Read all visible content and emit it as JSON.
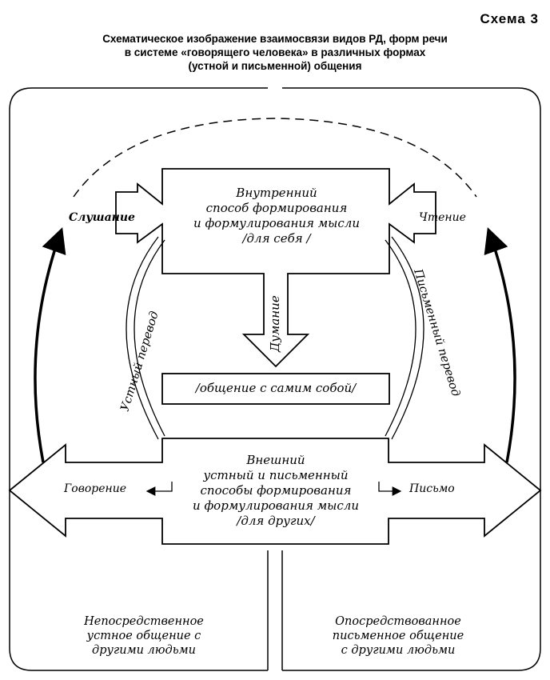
{
  "header": {
    "scheme_label": "Схема 3",
    "title_lines": [
      "Схематическое изображение взаимосвязи видов РД, форм речи",
      "в системе «говорящего человека» в различных формах",
      "(устной и письменной) общения"
    ]
  },
  "blocks": {
    "inner_lines": [
      "Внутренний",
      "способ формирования",
      "и формулирования мысли",
      "/для себя /"
    ],
    "self_communication": "/общение с самим собой/",
    "outer_lines": [
      "Внешний",
      "устный и письменный",
      "способы формирования",
      "и формулирования мысли",
      "/для других/"
    ]
  },
  "labels": {
    "listening": "Слушание",
    "reading": "Чтение",
    "speaking": "Говорение",
    "writing": "Письмо",
    "thinking": "Думание",
    "oral_translation": "Устный перевод",
    "written_translation": "Письменный перевод"
  },
  "footer": {
    "left_lines": [
      "Непосредственное",
      "устное общение с",
      "другими людьми"
    ],
    "right_lines": [
      "Опосредствованное",
      "письменное общение",
      "с другими людьми"
    ]
  }
}
